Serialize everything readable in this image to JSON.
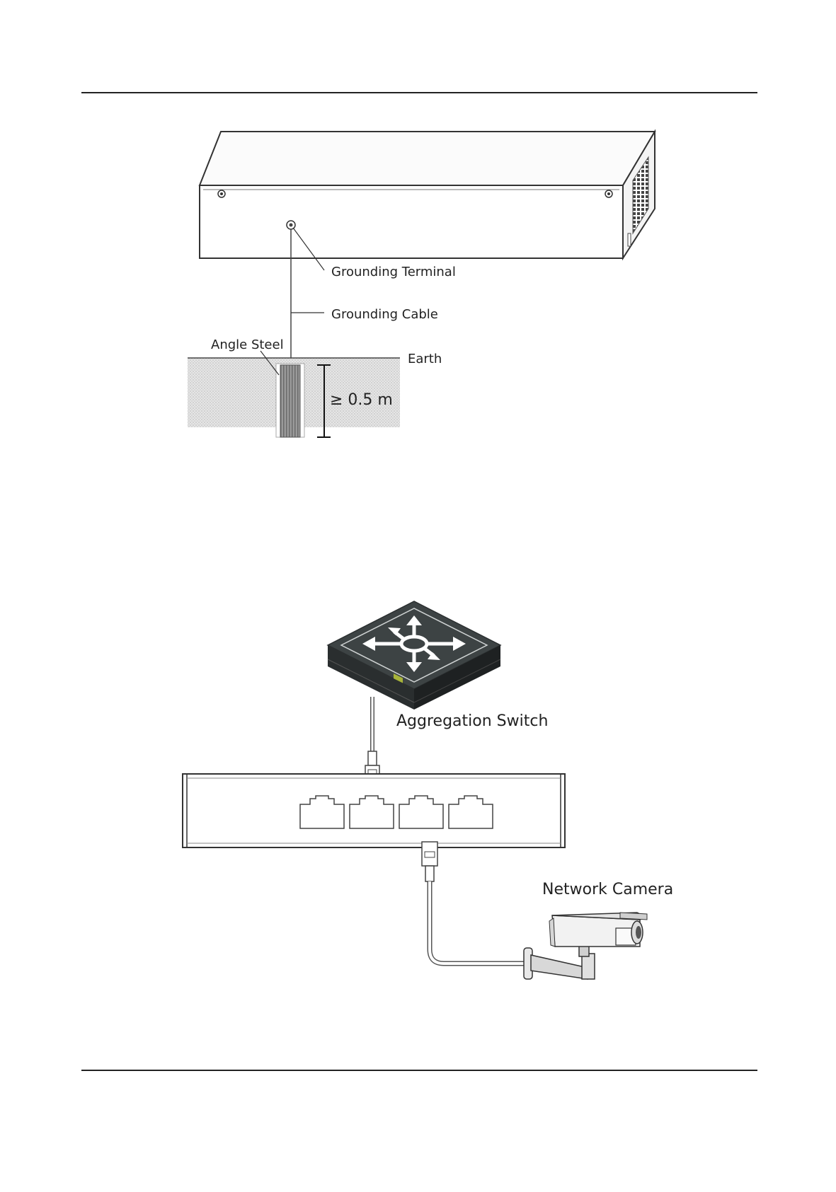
{
  "grounding_figure": {
    "labels": {
      "grounding_terminal": "Grounding Terminal",
      "grounding_cable": "Grounding Cable",
      "angle_steel": "Angle Steel",
      "earth": "Earth",
      "depth": "≥ 0.5 m"
    }
  },
  "network_figure": {
    "labels": {
      "aggregation_switch": "Aggregation Switch",
      "network_camera": "Network Camera"
    },
    "port_count": 4
  },
  "colors": {
    "switch_top": "#3d4344",
    "switch_side": "#2a2e2f",
    "switch_led": "#a8b43a",
    "soil": "#d4d4d4"
  }
}
